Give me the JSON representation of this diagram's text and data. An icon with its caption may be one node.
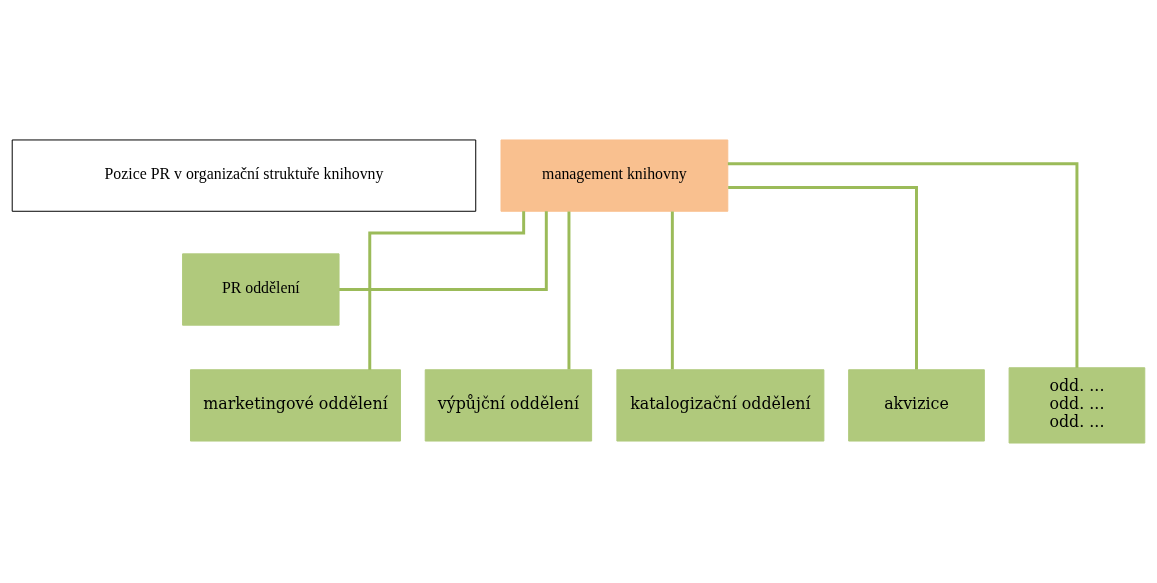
{
  "diagram": {
    "nodes": [
      {
        "text": [
          "Pozice PR v organizační struktuře knihovny"
        ]
      },
      {
        "text": [
          "management knihovny"
        ]
      },
      {
        "text": [
          "PR oddělení"
        ]
      },
      {
        "text": [
          "marketingové oddělení"
        ]
      },
      {
        "text": [
          "výpůjční oddělení"
        ]
      },
      {
        "text": [
          "katalogizační oddělení"
        ]
      },
      {
        "text": [
          "akvizice"
        ]
      },
      {
        "text": [
          "odd. ...",
          "odd. ...",
          "odd. ..."
        ]
      }
    ],
    "edges": [
      {
        "from": 1,
        "to": 2,
        "arrow": "none"
      },
      {
        "from": 1,
        "to": 3,
        "arrow": "none"
      },
      {
        "from": 1,
        "to": 4,
        "arrow": "none"
      },
      {
        "from": 1,
        "to": 5,
        "arrow": "none"
      },
      {
        "from": 1,
        "to": 6,
        "arrow": "none"
      },
      {
        "from": 1,
        "to": 7,
        "arrow": "none"
      }
    ]
  }
}
